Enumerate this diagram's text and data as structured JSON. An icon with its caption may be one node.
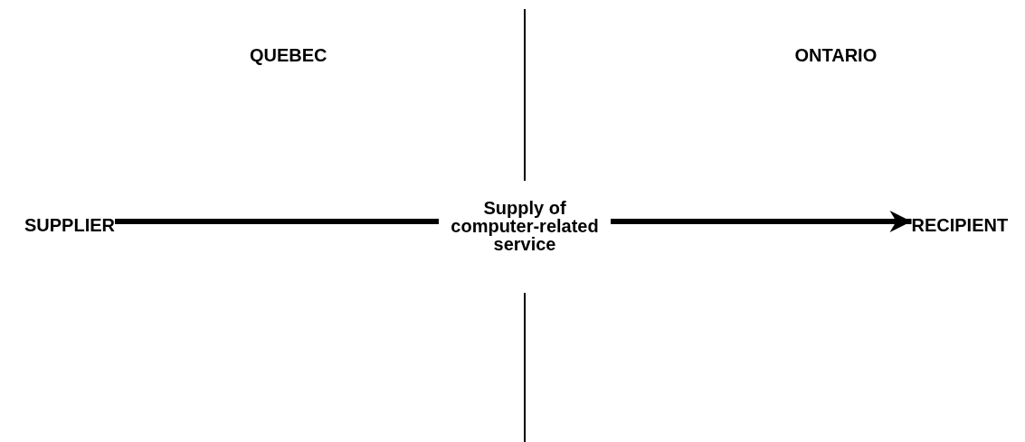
{
  "diagram": {
    "nodes": [
      {
        "text": [
          "SUPPLIER"
        ]
      },
      {
        "text": [
          "Supply of computer-related service"
        ]
      },
      {
        "text": [
          "RECIPIENT"
        ]
      }
    ],
    "edges": [
      {
        "from": 0,
        "to": 1,
        "arrow": "none"
      },
      {
        "from": 1,
        "to": 2,
        "arrow": "to"
      }
    ],
    "labels": [
      "QUEBEC",
      "ONTARIO"
    ]
  }
}
